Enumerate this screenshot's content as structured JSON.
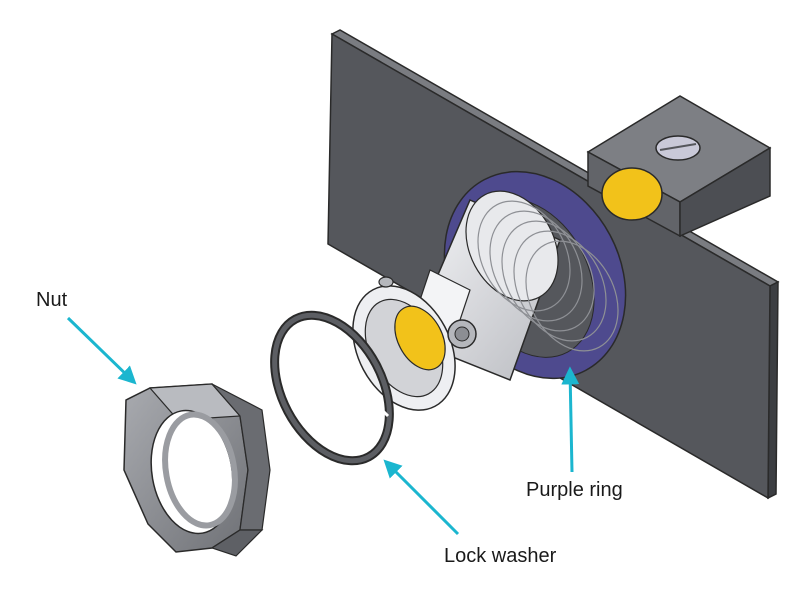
{
  "labels": {
    "nut": "Nut",
    "lock_washer": "Lock washer",
    "purple_ring": "Purple ring"
  },
  "colors": {
    "panel": "#55575c",
    "panel_edge": "#3c3e42",
    "metal": "#e4e5e8",
    "nut": "#8b8d92",
    "purple_ring": "#4e4a8e",
    "yellow": "#f2c21a",
    "arrow": "#1bb6cf",
    "outline": "#2a2a2a"
  }
}
